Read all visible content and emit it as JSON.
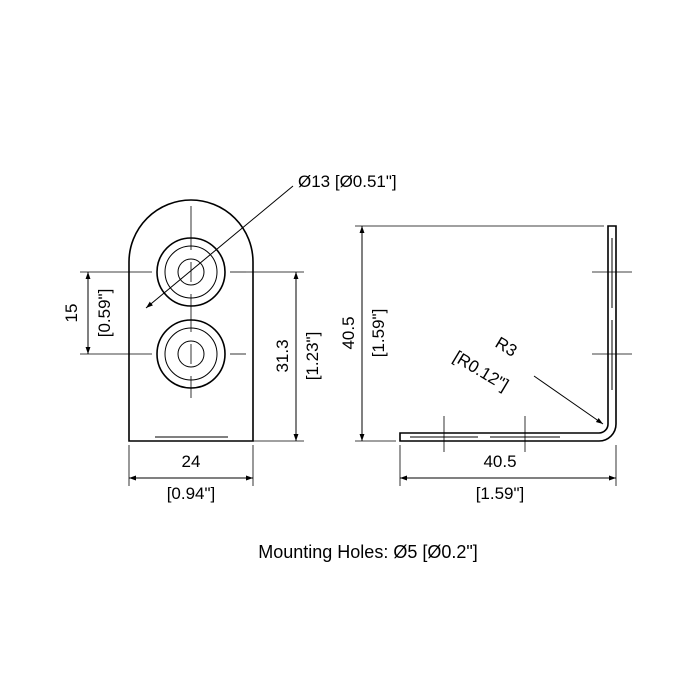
{
  "labels": {
    "hole_diameter": "Ø13 [Ø0.51\"]",
    "hole_spacing_mm": "15",
    "hole_spacing_in": "[0.59\"]",
    "hole_height_mm": "31.3",
    "hole_height_in": "[1.23\"]",
    "width_mm": "24",
    "width_in": "[0.94\"]",
    "leg_height_mm": "40.5",
    "leg_height_in": "[1.59\"]",
    "leg_length_mm": "40.5",
    "leg_length_in": "[1.59\"]",
    "bend_radius_mm": "R3",
    "bend_radius_in": "[R0.12\"]"
  },
  "caption": "Mounting Holes: Ø5 [Ø0.2\"]"
}
